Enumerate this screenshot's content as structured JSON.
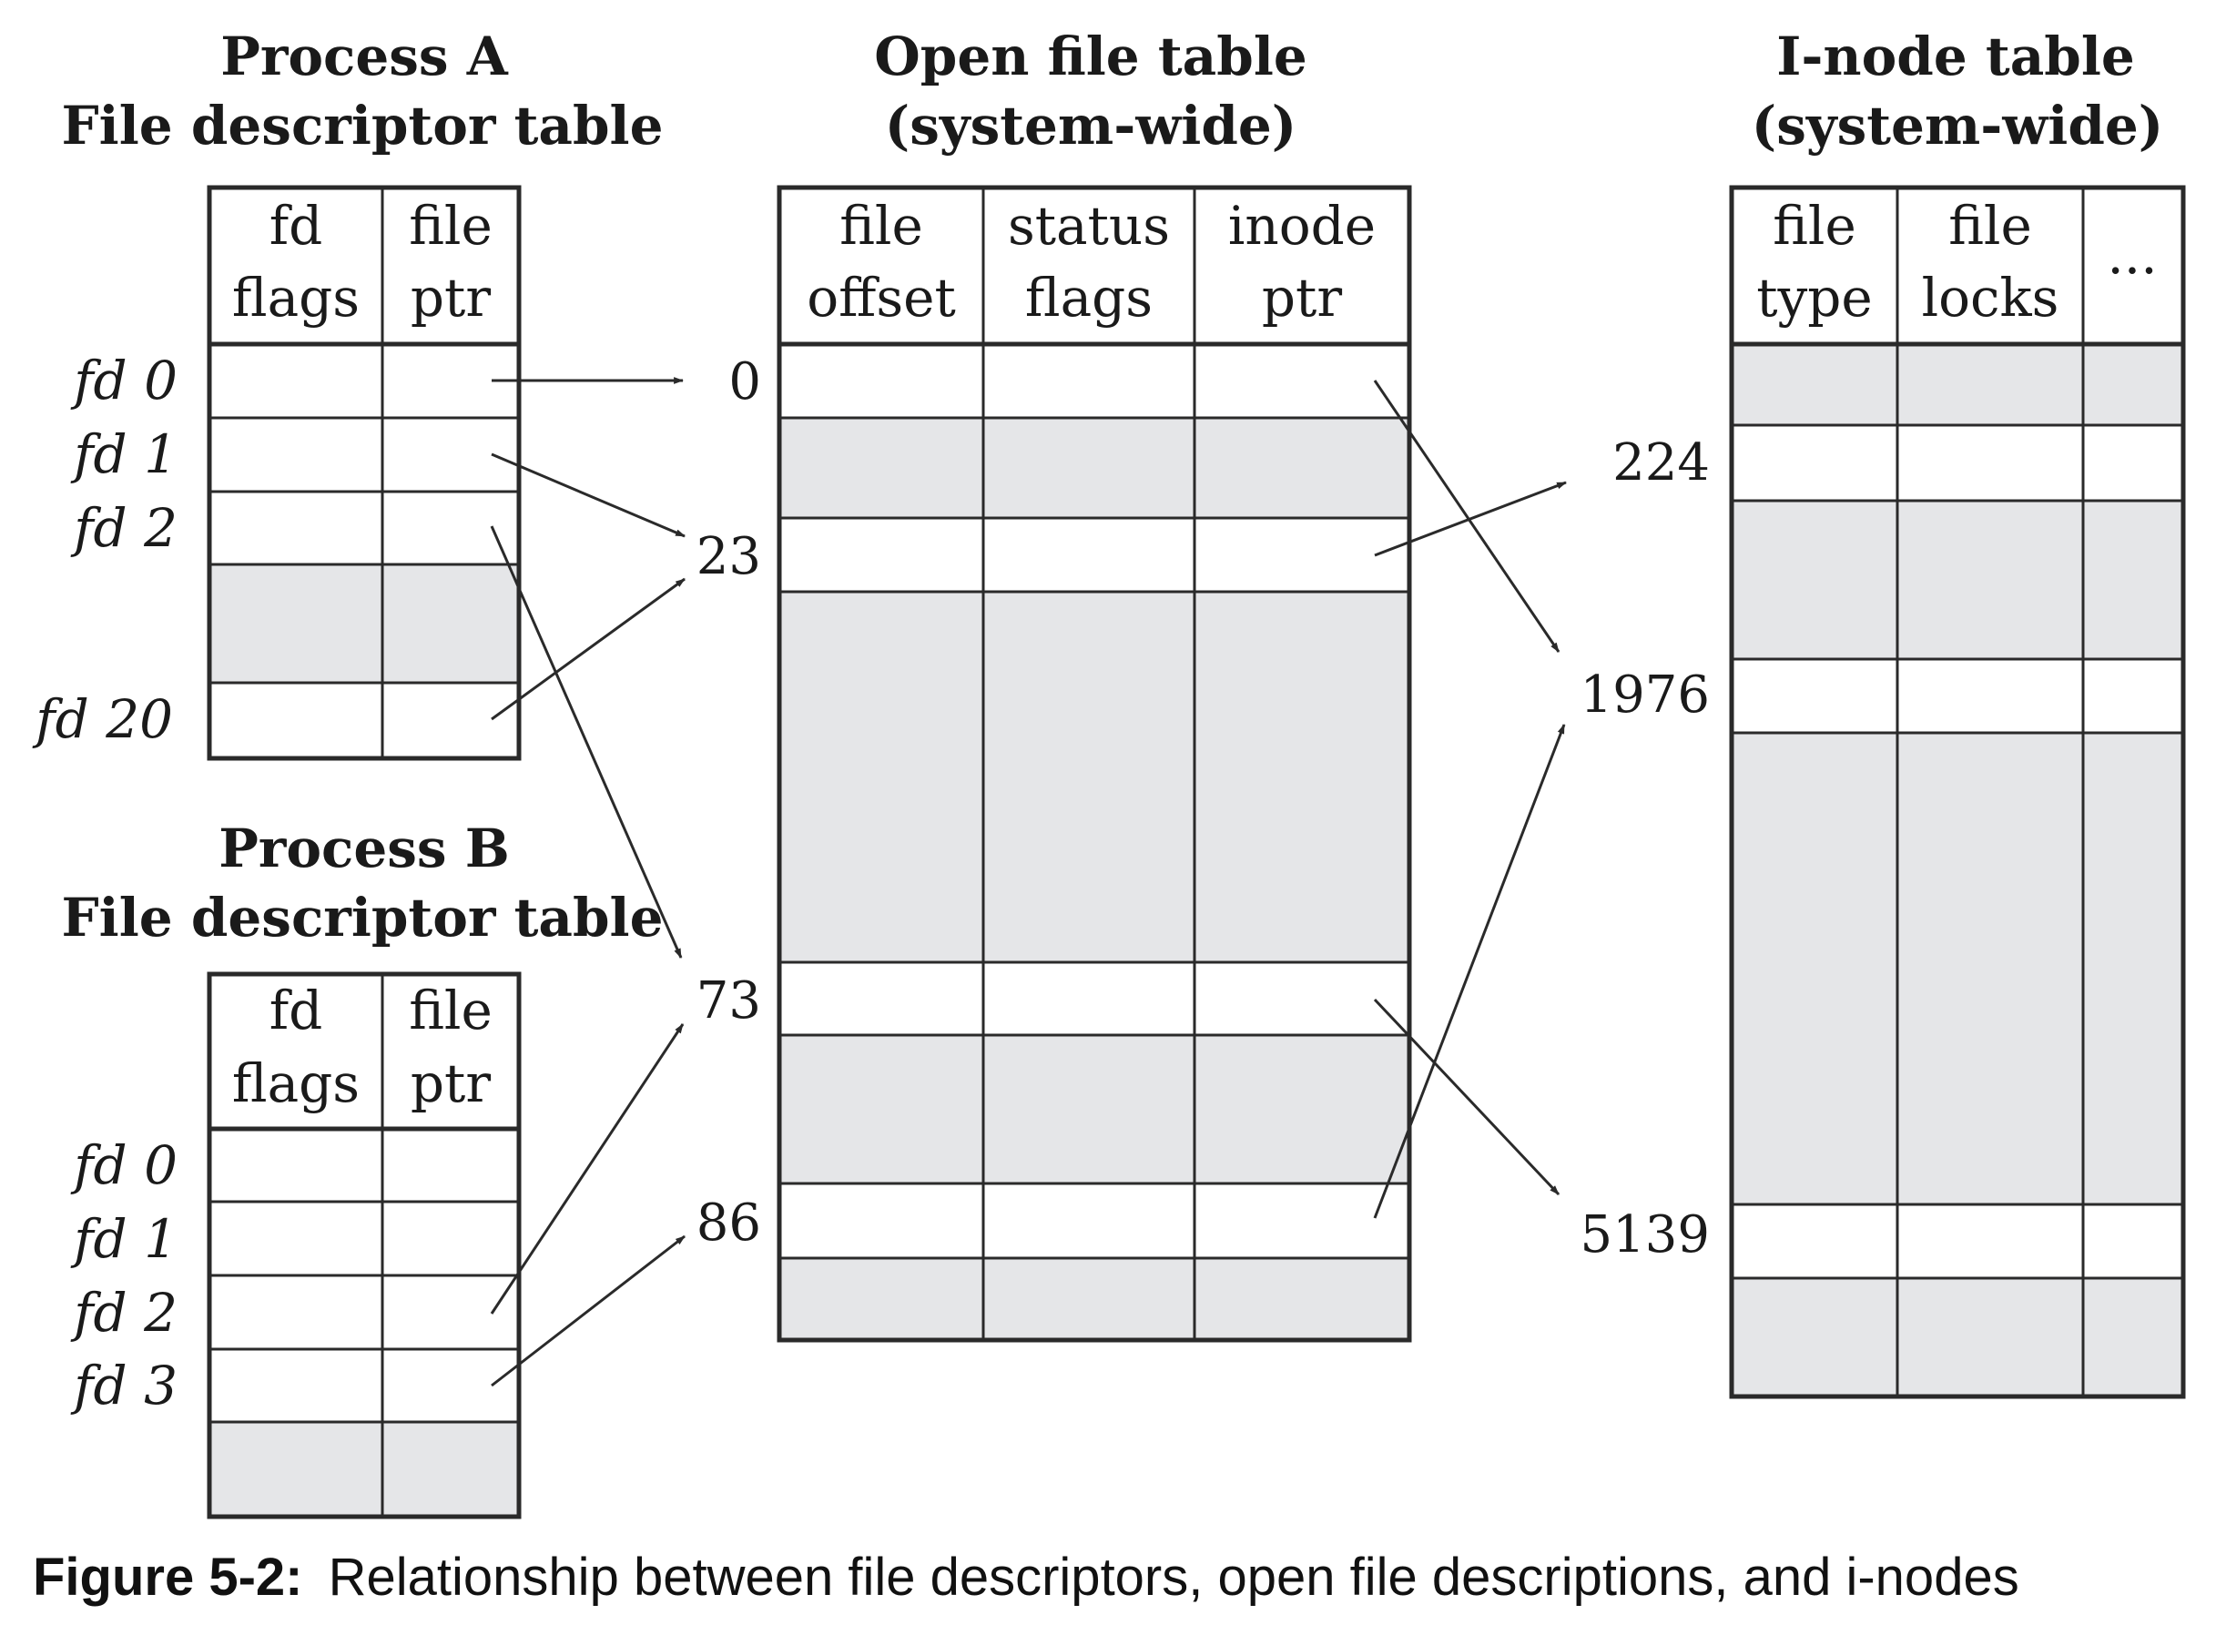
{
  "process_a": {
    "title_line1": "Process A",
    "title_line2": "File descriptor table",
    "col1_line1": "fd",
    "col1_line2": "flags",
    "col2_line1": "file",
    "col2_line2": "ptr",
    "fd_labels": [
      "fd 0",
      "fd 1",
      "fd 2",
      "fd 20"
    ]
  },
  "process_b": {
    "title_line1": "Process B",
    "title_line2": "File descriptor table",
    "col1_line1": "fd",
    "col1_line2": "flags",
    "col2_line1": "file",
    "col2_line2": "ptr",
    "fd_labels": [
      "fd 0",
      "fd 1",
      "fd 2",
      "fd 3"
    ]
  },
  "open_file_table": {
    "title_line1": "Open file table",
    "title_line2": "(system-wide)",
    "col1_line1": "file",
    "col1_line2": "offset",
    "col2_line1": "status",
    "col2_line2": "flags",
    "col3_line1": "inode",
    "col3_line2": "ptr",
    "row_indices": [
      "0",
      "23",
      "73",
      "86"
    ]
  },
  "inode_table": {
    "title_line1": "I-node table",
    "title_line2": "(system-wide)",
    "col1_line1": "file",
    "col1_line2": "type",
    "col2_line1": "file",
    "col2_line2": "locks",
    "col3_label": "...",
    "row_indices": [
      "224",
      "1976",
      "5139"
    ]
  },
  "arrows": [
    {
      "from": "Process A fd 0",
      "to": "0"
    },
    {
      "from": "Process A fd 1",
      "to": "23"
    },
    {
      "from": "Process A fd 2",
      "to": "73"
    },
    {
      "from": "Process A fd 20",
      "to": "23"
    },
    {
      "from": "Process B fd 2",
      "to": "73"
    },
    {
      "from": "Process B fd 3",
      "to": "86"
    },
    {
      "from": "Open file 0",
      "to": "1976"
    },
    {
      "from": "Open file 23",
      "to": "224"
    },
    {
      "from": "Open file 73",
      "to": "5139"
    },
    {
      "from": "Open file 86",
      "to": "1976"
    }
  ],
  "caption": {
    "label": "Figure 5-2:",
    "text": "Relationship between file descriptors, open file descriptions, and i-nodes"
  },
  "colors": {
    "shade": "#e5e6e8",
    "line": "#2a2a2a"
  }
}
